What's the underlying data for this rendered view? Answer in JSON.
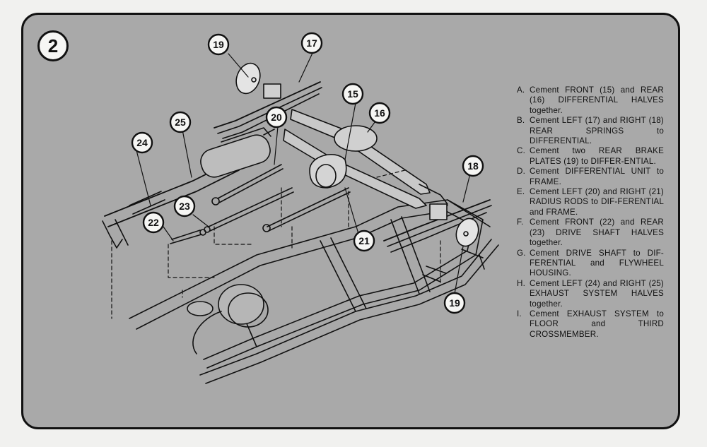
{
  "step_number": "2",
  "callouts": {
    "c15": "15",
    "c16": "16",
    "c17": "17",
    "c18": "18",
    "c19a": "19",
    "c19b": "19",
    "c20": "20",
    "c21": "21",
    "c22": "22",
    "c23": "23",
    "c24": "24",
    "c25": "25"
  },
  "instructions": [
    {
      "letter": "A.",
      "text": "Cement FRONT (15) and REAR (16) DIFFERENTIAL HALVES together."
    },
    {
      "letter": "B.",
      "text": "Cement LEFT (17) and RIGHT (18) REAR SPRINGS to DIFFERENTIAL."
    },
    {
      "letter": "C.",
      "text": "Cement two REAR BRAKE PLATES (19) to DIFFER-ENTIAL."
    },
    {
      "letter": "D.",
      "text": "Cement DIFFERENTIAL UNIT to FRAME."
    },
    {
      "letter": "E.",
      "text": "Cement LEFT (20) and RIGHT (21) RADIUS RODS to DIF-FERENTIAL and FRAME."
    },
    {
      "letter": "F.",
      "text": "Cement FRONT (22) and REAR (23) DRIVE SHAFT HALVES together."
    },
    {
      "letter": "G.",
      "text": "Cement DRIVE SHAFT to DIF-FERENTIAL and FLYWHEEL HOUSING."
    },
    {
      "letter": "H.",
      "text": "Cement LEFT (24) and RIGHT (25) EXHAUST SYSTEM HALVES together."
    },
    {
      "letter": "I.",
      "text": "Cement EXHAUST SYSTEM to FLOOR and THIRD CROSSMEMBER."
    }
  ]
}
